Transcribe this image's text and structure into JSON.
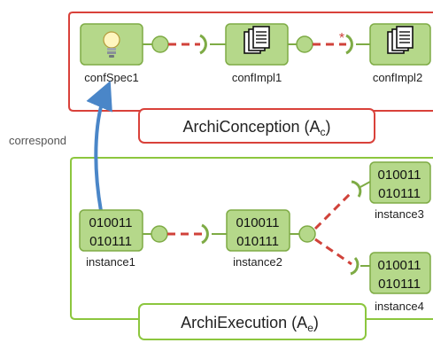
{
  "colors": {
    "conception_border": "#d9413a",
    "execution_border": "#8cc63e",
    "component_fill": "#b5d88a",
    "component_stroke": "#7eab45",
    "connector_dash": "#d0423a",
    "correspond_arrow": "#4a86c8",
    "label_gray": "#555555"
  },
  "conception": {
    "title": "ArchiConception (A",
    "subscript": "c",
    "close": ")",
    "components": [
      {
        "label": "confSpec1",
        "icon": "lightbulb-icon"
      },
      {
        "label": "confImpl1",
        "icon": "documents-icon"
      },
      {
        "label": "confImpl2",
        "icon": "documents-icon"
      }
    ],
    "multiplicity": "*"
  },
  "execution": {
    "title": "ArchiExecution (A",
    "subscript": "e",
    "close": ")",
    "components": [
      {
        "label": "instance1",
        "line1": "010011",
        "line2": "010111"
      },
      {
        "label": "instance2",
        "line1": "010011",
        "line2": "010111"
      },
      {
        "label": "instance3",
        "line1": "010011",
        "line2": "010111"
      },
      {
        "label": "instance4",
        "line1": "010011",
        "line2": "010111"
      }
    ]
  },
  "correspond_label": "correspond"
}
